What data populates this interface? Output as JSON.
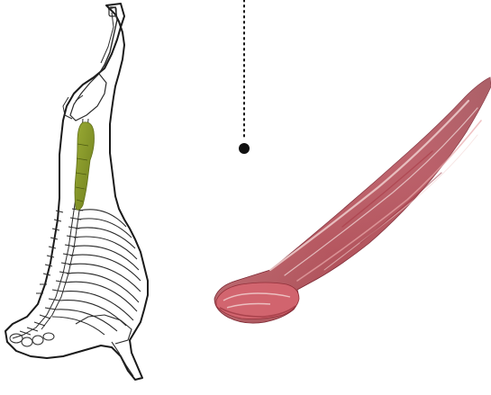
{
  "diagram": {
    "subject": "primal-cut-location",
    "carcass": {
      "outline_color": "#1a1a1a",
      "fill_color": "#ffffff",
      "bone_color": "#2a2a2a"
    },
    "highlight": {
      "region": "tenderloin",
      "color": "#8a9a2c",
      "shadow_color": "#6f7f1e"
    },
    "leader_line": {
      "style": "dotted",
      "color": "#111111",
      "marker": "dot"
    },
    "meat_cut": {
      "name": "tenderloin",
      "colors": {
        "base": "#c9545e",
        "light": "#e48a8f",
        "dark": "#8f2b35",
        "fat": "#f3d6d4"
      }
    }
  }
}
